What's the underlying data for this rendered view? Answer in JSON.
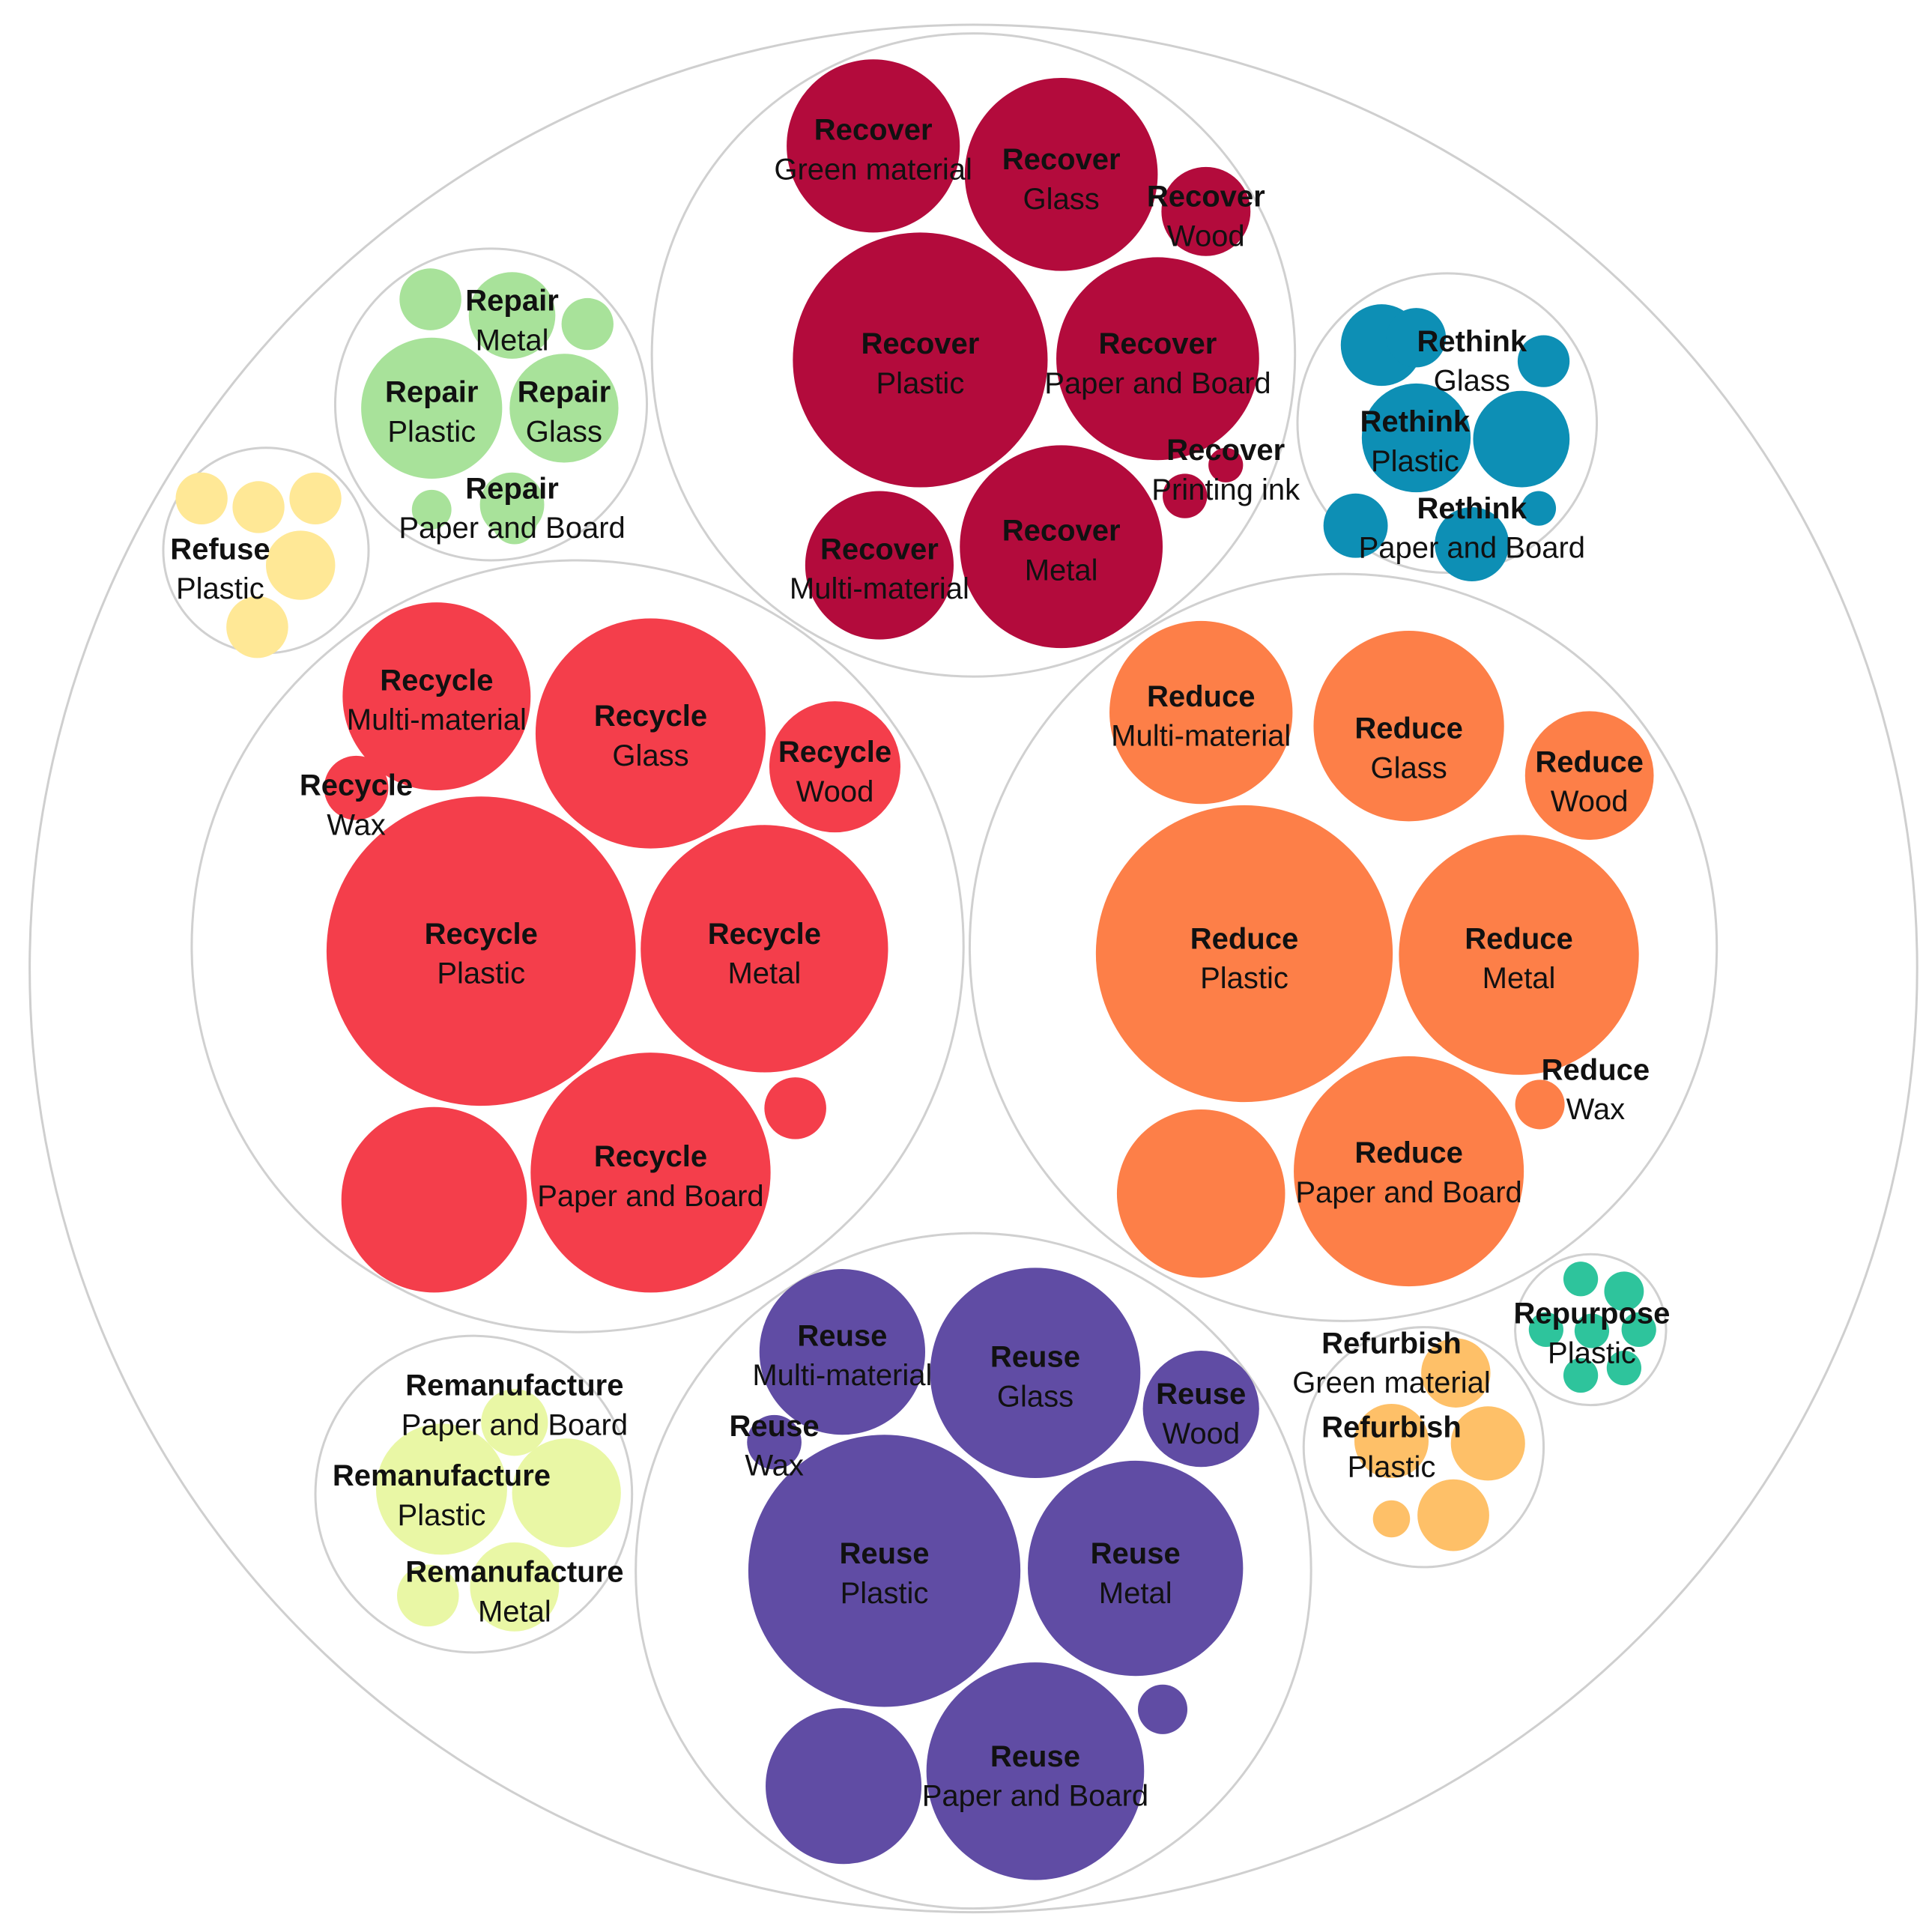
{
  "chart_data": {
    "type": "packed-bubble",
    "groups": [
      {
        "strategy": "Recover",
        "color": "#b30b3c",
        "items": [
          {
            "material": "Green material",
            "label": true
          },
          {
            "material": "Glass",
            "label": true
          },
          {
            "material": "Wood",
            "label": true
          },
          {
            "material": "Plastic",
            "label": true
          },
          {
            "material": "Paper and Board",
            "label": true
          },
          {
            "material": "Printing ink",
            "label": true
          },
          {
            "material": "Multi-material",
            "label": true
          },
          {
            "material": "Metal",
            "label": true
          }
        ]
      },
      {
        "strategy": "Repair",
        "color": "#a8e29a",
        "items": [
          {
            "material": "Metal",
            "label": true
          },
          {
            "material": "Plastic",
            "label": true
          },
          {
            "material": "Glass",
            "label": true
          },
          {
            "material": "Paper and Board",
            "label": true
          }
        ]
      },
      {
        "strategy": "Refuse",
        "color": "#ffe896",
        "items": [
          {
            "material": "Plastic",
            "label": true
          }
        ]
      },
      {
        "strategy": "Rethink",
        "color": "#0d8fb5",
        "items": [
          {
            "material": "Glass",
            "label": true
          },
          {
            "material": "Plastic",
            "label": true
          },
          {
            "material": "Paper and Board",
            "label": true
          }
        ]
      },
      {
        "strategy": "Recycle",
        "color": "#f43e4b",
        "items": [
          {
            "material": "Multi-material",
            "label": true
          },
          {
            "material": "Glass",
            "label": true
          },
          {
            "material": "Wood",
            "label": true
          },
          {
            "material": "Wax",
            "label": true
          },
          {
            "material": "Plastic",
            "label": true
          },
          {
            "material": "Metal",
            "label": true
          },
          {
            "material": "Paper and Board",
            "label": true
          }
        ]
      },
      {
        "strategy": "Reduce",
        "color": "#fd7f48",
        "items": [
          {
            "material": "Multi-material",
            "label": true
          },
          {
            "material": "Glass",
            "label": true
          },
          {
            "material": "Wood",
            "label": true
          },
          {
            "material": "Plastic",
            "label": true
          },
          {
            "material": "Metal",
            "label": true
          },
          {
            "material": "Wax",
            "label": true
          },
          {
            "material": "Paper and Board",
            "label": true
          }
        ]
      },
      {
        "strategy": "Reuse",
        "color": "#604ca4",
        "items": [
          {
            "material": "Multi-material",
            "label": true
          },
          {
            "material": "Glass",
            "label": true
          },
          {
            "material": "Wood",
            "label": true
          },
          {
            "material": "Wax",
            "label": true
          },
          {
            "material": "Plastic",
            "label": true
          },
          {
            "material": "Metal",
            "label": true
          },
          {
            "material": "Paper and Board",
            "label": true
          }
        ]
      },
      {
        "strategy": "Remanufacture",
        "color": "#e9f7a5",
        "items": [
          {
            "material": "Paper and Board",
            "label": true
          },
          {
            "material": "Plastic",
            "label": true
          },
          {
            "material": "Metal",
            "label": true
          }
        ]
      },
      {
        "strategy": "Refurbish",
        "color": "#fec068",
        "items": [
          {
            "material": "Green material",
            "label": true
          },
          {
            "material": "Plastic",
            "label": true
          }
        ]
      },
      {
        "strategy": "Repurpose",
        "color": "#2ec49c",
        "items": [
          {
            "material": "Plastic",
            "label": true
          }
        ]
      }
    ]
  }
}
